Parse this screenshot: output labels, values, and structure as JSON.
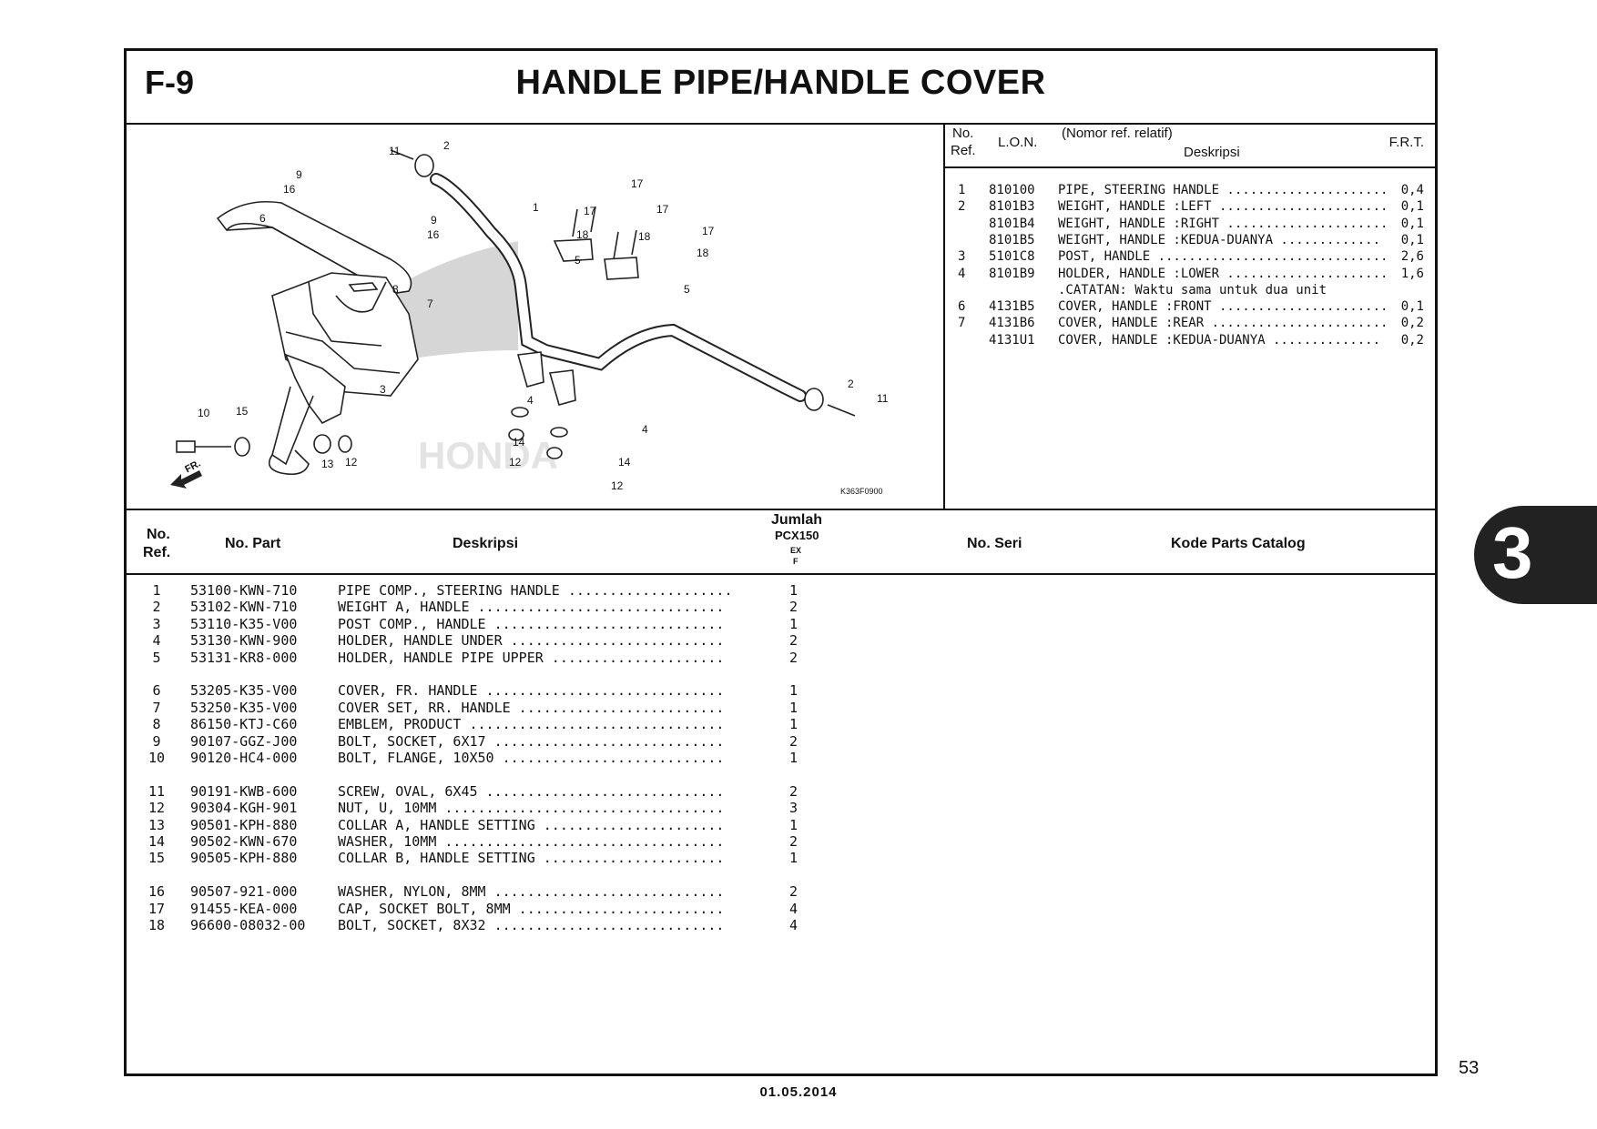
{
  "header": {
    "code": "F-9",
    "title": "HANDLE PIPE/HANDLE COVER"
  },
  "diagram": {
    "callouts": [
      "11",
      "2",
      "9",
      "16",
      "6",
      "9",
      "16",
      "8",
      "7",
      "3",
      "10",
      "15",
      "13",
      "12",
      "1",
      "17",
      "17",
      "17",
      "17",
      "18",
      "18",
      "18",
      "5",
      "5",
      "4",
      "4",
      "14",
      "14",
      "12",
      "12",
      "2",
      "11"
    ],
    "fr_label": "FR.",
    "ref_code": "K363F0900"
  },
  "frt": {
    "headers": {
      "no": "No.",
      "ref": "Ref.",
      "lon": "L.O.N.",
      "nomor": "(Nomor ref. relatif)",
      "desc": "Deskripsi",
      "frt": "F.R.T."
    },
    "rows": [
      {
        "ref": "1",
        "lon": "810100",
        "desc": "PIPE, STEERING HANDLE .....................",
        "frt": "0,4"
      },
      {
        "ref": "2",
        "lon": "8101B3",
        "desc": "WEIGHT, HANDLE :LEFT ......................",
        "frt": "0,1"
      },
      {
        "ref": "",
        "lon": "8101B4",
        "desc": "WEIGHT, HANDLE :RIGHT .....................",
        "frt": "0,1"
      },
      {
        "ref": "",
        "lon": "8101B5",
        "desc": "WEIGHT, HANDLE :KEDUA-DUANYA .............",
        "frt": "0,1"
      },
      {
        "ref": "3",
        "lon": "5101C8",
        "desc": "POST, HANDLE ..............................",
        "frt": "2,6"
      },
      {
        "ref": "4",
        "lon": "8101B9",
        "desc": "HOLDER, HANDLE :LOWER .....................",
        "frt": "1,6"
      },
      {
        "ref": "",
        "lon": "",
        "desc": ".CATATAN: Waktu sama untuk dua unit",
        "frt": ""
      },
      {
        "ref": "6",
        "lon": "4131B5",
        "desc": "COVER, HANDLE :FRONT ......................",
        "frt": "0,1"
      },
      {
        "ref": "7",
        "lon": "4131B6",
        "desc": "COVER, HANDLE :REAR .......................",
        "frt": "0,2"
      },
      {
        "ref": "",
        "lon": "4131U1",
        "desc": "COVER, HANDLE :KEDUA-DUANYA ..............",
        "frt": "0,2"
      }
    ]
  },
  "parts": {
    "headers": {
      "no": "No.",
      "ref": "Ref.",
      "part": "No. Part",
      "desc": "Deskripsi",
      "jumlah": "Jumlah",
      "model": "PCX150",
      "ex": "EX",
      "f": "F",
      "seri": "No. Seri",
      "kode": "Kode Parts Catalog"
    },
    "rows": [
      {
        "ref": "1",
        "part": "53100-KWN-710",
        "desc": "PIPE COMP., STEERING HANDLE ....................",
        "qty": "1"
      },
      {
        "ref": "2",
        "part": "53102-KWN-710",
        "desc": "WEIGHT A, HANDLE ..............................",
        "qty": "2"
      },
      {
        "ref": "3",
        "part": "53110-K35-V00",
        "desc": "POST COMP., HANDLE ............................",
        "qty": "1"
      },
      {
        "ref": "4",
        "part": "53130-KWN-900",
        "desc": "HOLDER, HANDLE UNDER ..........................",
        "qty": "2"
      },
      {
        "ref": "5",
        "part": "53131-KR8-000",
        "desc": "HOLDER, HANDLE PIPE UPPER .....................",
        "qty": "2"
      },
      {
        "ref": "6",
        "part": "53205-K35-V00",
        "desc": "COVER, FR. HANDLE .............................",
        "qty": "1"
      },
      {
        "ref": "7",
        "part": "53250-K35-V00",
        "desc": "COVER SET, RR. HANDLE .........................",
        "qty": "1"
      },
      {
        "ref": "8",
        "part": "86150-KTJ-C60",
        "desc": "EMBLEM, PRODUCT ...............................",
        "qty": "1"
      },
      {
        "ref": "9",
        "part": "90107-GGZ-J00",
        "desc": "BOLT, SOCKET, 6X17 ............................",
        "qty": "2"
      },
      {
        "ref": "10",
        "part": "90120-HC4-000",
        "desc": "BOLT, FLANGE, 10X50 ...........................",
        "qty": "1"
      },
      {
        "ref": "11",
        "part": "90191-KWB-600",
        "desc": "SCREW, OVAL, 6X45 .............................",
        "qty": "2"
      },
      {
        "ref": "12",
        "part": "90304-KGH-901",
        "desc": "NUT, U, 10MM ..................................",
        "qty": "3"
      },
      {
        "ref": "13",
        "part": "90501-KPH-880",
        "desc": "COLLAR A, HANDLE SETTING ......................",
        "qty": "1"
      },
      {
        "ref": "14",
        "part": "90502-KWN-670",
        "desc": "WASHER, 10MM ..................................",
        "qty": "2"
      },
      {
        "ref": "15",
        "part": "90505-KPH-880",
        "desc": "COLLAR B, HANDLE SETTING ......................",
        "qty": "1"
      },
      {
        "ref": "16",
        "part": "90507-921-000",
        "desc": "WASHER, NYLON, 8MM ............................",
        "qty": "2"
      },
      {
        "ref": "17",
        "part": "91455-KEA-000",
        "desc": "CAP, SOCKET BOLT, 8MM .........................",
        "qty": "4"
      },
      {
        "ref": "18",
        "part": "96600-08032-00",
        "desc": "BOLT, SOCKET, 8X32 ............................",
        "qty": "4"
      }
    ]
  },
  "chapter_tab": "3",
  "page_number": "53",
  "date": "01.05.2014"
}
